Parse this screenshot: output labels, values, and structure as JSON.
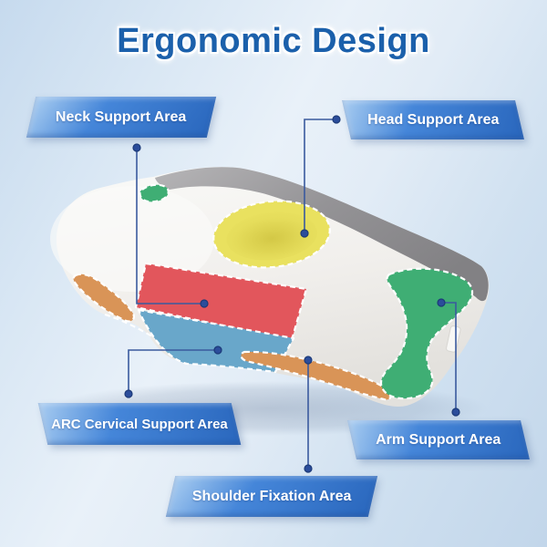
{
  "title": "Ergonomic Design",
  "annotations": [
    {
      "id": "neck",
      "label": "Neck Support Area",
      "region_color": "#e2565c"
    },
    {
      "id": "head",
      "label": "Head Support Area",
      "region_color": "#e9e15f"
    },
    {
      "id": "arc",
      "label": "ARC Cervical Support Area",
      "region_color": "#69a7ca"
    },
    {
      "id": "shoulder",
      "label": "Shoulder Fixation Area",
      "region_color": "#d99457"
    },
    {
      "id": "arm",
      "label": "Arm Support Area",
      "region_color": "#3fae74"
    }
  ],
  "palette": {
    "title_color": "#1b60ab",
    "label_grad_light": "#a9cdf1",
    "label_grad_mid": "#4586d9",
    "label_grad_dark": "#2a67bd",
    "connector_color": "#3a5a9e",
    "dot_color": "#2b4d9b"
  }
}
